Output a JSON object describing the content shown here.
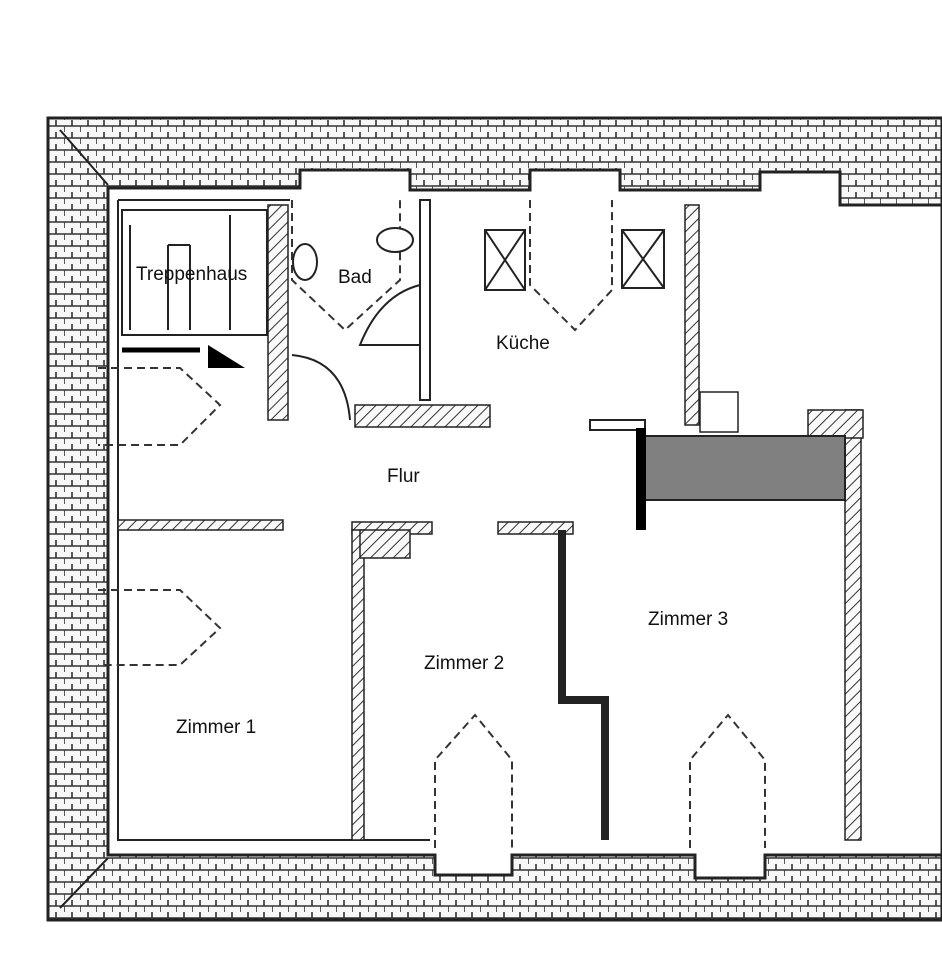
{
  "rooms": {
    "stairwell": "Treppenhaus",
    "bathroom": "Bad",
    "kitchen": "Küche",
    "hallway": "Flur",
    "room1": "Zimmer 1",
    "room2": "Zimmer 2",
    "room3": "Zimmer 3"
  },
  "colors": {
    "wall_line": "#222222",
    "highlight_gray": "#808080",
    "accent_black": "#000000"
  }
}
